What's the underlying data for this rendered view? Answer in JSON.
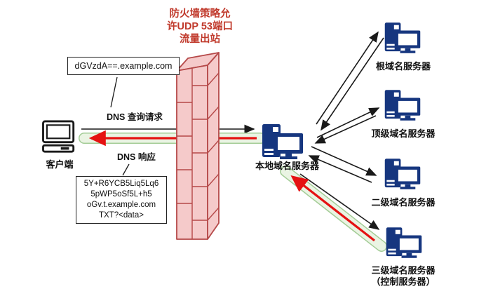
{
  "title": {
    "line1": "防火墙策略允",
    "line2": "许UDP 53端口",
    "line3": "流量出站"
  },
  "query": {
    "domain": "dGVzdA==.example.com",
    "label": "DNS 查询请求"
  },
  "response": {
    "label": "DNS 响应",
    "line1": "5Y+R6YCB5Liq5Lq6",
    "line2": "5pWP5oSf5L+h5",
    "line3": "oGv.t.example.com",
    "line4": "TXT?<data>"
  },
  "nodes": {
    "client": {
      "label": "客户端"
    },
    "local_dns": {
      "label": "本地域名服务器"
    },
    "root": {
      "label": "根域名服务器"
    },
    "tld": {
      "label": "顶级域名服务器"
    },
    "second": {
      "label": "二级域名服务器"
    },
    "third": {
      "label": "三级域名服务器",
      "sublabel": "（控制服务器）"
    }
  },
  "icons": {
    "client": "desktop-computer-outline",
    "server": "blue-server-tower-with-monitor",
    "firewall": "red-brick-wall-3d",
    "tunnel": "green-capsule-with-red-arrow"
  },
  "colors": {
    "title_red": "#c0392b",
    "wall_fill": "#f5caca",
    "wall_stroke": "#b54848",
    "server_blue": "#16367f",
    "tunnel_fill": "#eaf4e3",
    "tunnel_stroke": "#a3cc96",
    "tunnel_arrow_red": "#e51212",
    "line_black": "#1a1a1a"
  }
}
